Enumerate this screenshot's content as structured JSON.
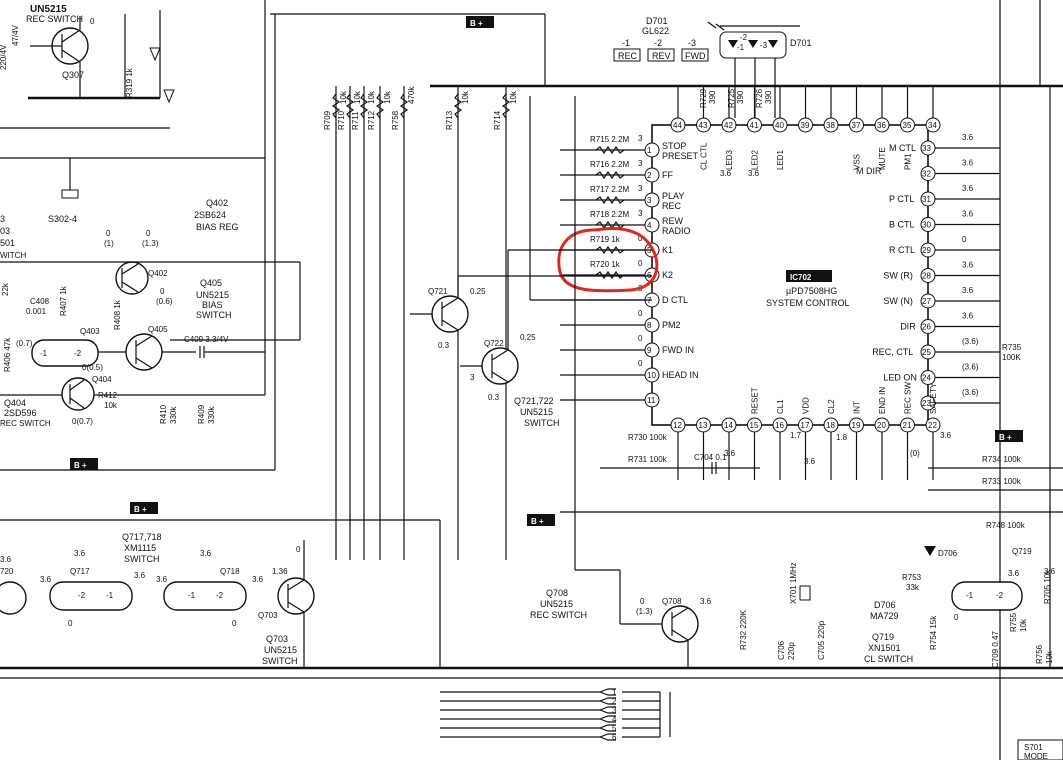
{
  "colors": {
    "ink": "#111111",
    "paper": "#ffffff",
    "highlight": "#e0271d"
  },
  "ic": {
    "ref": "IC702",
    "part": "µPD7508HG",
    "function": "SYSTEM CONTROL"
  },
  "left_pins": [
    {
      "n": "1",
      "label": "STOP",
      "label2": "PRESET",
      "res": "R715 2.2M",
      "volt": "3"
    },
    {
      "n": "2",
      "label": "FF",
      "label2": "",
      "res": "R716 2.2M",
      "volt": "3"
    },
    {
      "n": "3",
      "label": "PLAY",
      "label2": "REC",
      "res": "R717 2.2M",
      "volt": "3"
    },
    {
      "n": "4",
      "label": "REW",
      "label2": "RADIO",
      "res": "R718 2.2M",
      "volt": "3"
    },
    {
      "n": "5",
      "label": "K1",
      "label2": "",
      "res": "R719 1k",
      "volt": "0"
    },
    {
      "n": "6",
      "label": "K2",
      "label2": "",
      "res": "R720 1k",
      "volt": "0"
    },
    {
      "n": "7",
      "label": "D CTL",
      "label2": "",
      "res": "",
      "volt": "3"
    },
    {
      "n": "8",
      "label": "PM2",
      "label2": "",
      "res": "",
      "volt": "0"
    },
    {
      "n": "9",
      "label": "FWD IN",
      "label2": "",
      "res": "",
      "volt": "0"
    },
    {
      "n": "10",
      "label": "HEAD IN",
      "label2": "",
      "res": "",
      "volt": "0"
    },
    {
      "n": "11",
      "label": "",
      "label2": "",
      "res": "",
      "volt": ""
    }
  ],
  "right_pins": [
    {
      "n": "33",
      "label": "M CTL",
      "volt": "3.6"
    },
    {
      "n": "32",
      "label": "",
      "volt": "3.6"
    },
    {
      "n": "31",
      "label": "P CTL",
      "volt": "3.6"
    },
    {
      "n": "30",
      "label": "B CTL",
      "volt": "3.6"
    },
    {
      "n": "29",
      "label": "R CTL",
      "volt": "0"
    },
    {
      "n": "28",
      "label": "SW (R)",
      "volt": "3.6"
    },
    {
      "n": "27",
      "label": "SW (N)",
      "volt": "3.6"
    },
    {
      "n": "26",
      "label": "DIR",
      "volt": "3.6"
    },
    {
      "n": "25",
      "label": "REC, CTL",
      "volt": "(3.6)"
    },
    {
      "n": "24",
      "label": "LED ON",
      "volt": "(3.6)"
    },
    {
      "n": "23",
      "label": "",
      "volt": "(3.6)"
    }
  ],
  "top_pins": [
    {
      "n": "44",
      "label": ""
    },
    {
      "n": "43",
      "label": "CL CTL"
    },
    {
      "n": "42",
      "label": "LED3"
    },
    {
      "n": "41",
      "label": "LED2"
    },
    {
      "n": "40",
      "label": "LED1"
    },
    {
      "n": "39",
      "label": ""
    },
    {
      "n": "38",
      "label": ""
    },
    {
      "n": "37",
      "label": "VSS"
    },
    {
      "n": "36",
      "label": "MUTE"
    },
    {
      "n": "35",
      "label": "PM1"
    },
    {
      "n": "34",
      "label": ""
    }
  ],
  "bottom_pins": [
    {
      "n": "12",
      "label": ""
    },
    {
      "n": "13",
      "label": ""
    },
    {
      "n": "14",
      "label": ""
    },
    {
      "n": "15",
      "label": "RESET"
    },
    {
      "n": "16",
      "label": "CL1"
    },
    {
      "n": "17",
      "label": "VDD"
    },
    {
      "n": "18",
      "label": "CL2"
    },
    {
      "n": "19",
      "label": "INT"
    },
    {
      "n": "20",
      "label": "END IN"
    },
    {
      "n": "21",
      "label": "REC SW"
    },
    {
      "n": "22",
      "label": "SAFETY"
    }
  ],
  "top_resistors": [
    {
      "ref": "R709",
      "val": "10k"
    },
    {
      "ref": "R710",
      "val": "10k"
    },
    {
      "ref": "R711",
      "val": "10k"
    },
    {
      "ref": "R712",
      "val": "10k"
    },
    {
      "ref": "R758",
      "val": "470k"
    },
    {
      "ref": "R713",
      "val": "10k"
    },
    {
      "ref": "R714",
      "val": "10k"
    }
  ],
  "top_small_res": [
    {
      "ref": "R729",
      "val": "390"
    },
    {
      "ref": "R725",
      "val": "390"
    },
    {
      "ref": "R726",
      "val": "390"
    }
  ],
  "display": {
    "d701": "D701",
    "gl": "GL622",
    "rec_label": "REC",
    "rev_label": "REV",
    "fwd_label": "FWD",
    "rec_pin": "-1",
    "rev_pin": "-2",
    "fwd_pin": "-3",
    "d701_right": "D701",
    "pin1": "-1",
    "pin2": "-2",
    "pin3": "-3"
  },
  "bplus": "B +",
  "transistors": {
    "q307": {
      "name": "Q307",
      "top": "UN5215",
      "sub": "REC SWITCH"
    },
    "q402": {
      "name": "Q402",
      "part": "2SB624",
      "func": "BIAS REG"
    },
    "q405": {
      "name": "Q405",
      "part": "UN5215",
      "func1": "BIAS",
      "func2": "SWITCH"
    },
    "q403": {
      "name": "Q403"
    },
    "q404": {
      "name": "Q404",
      "part": "2SD596",
      "func": "REC SWITCH"
    },
    "q721": {
      "name": "Q721",
      "v": "0.25",
      "v2": "0.3"
    },
    "q722": {
      "name": "Q722",
      "v": "0.25",
      "v2": "0.3"
    },
    "q721_722": {
      "name": "Q721,722",
      "part": "UN5215",
      "func": "SWITCH"
    },
    "q717_718": {
      "name": "Q717,718",
      "part": "XM1115",
      "func": "SWITCH"
    },
    "q717": {
      "name": "Q717"
    },
    "q718": {
      "name": "Q718"
    },
    "q720": {
      "name": "720"
    },
    "q703": {
      "name": "Q703",
      "part": "UN5215",
      "func": "SWITCH"
    },
    "q708": {
      "name": "Q708",
      "part": "UN5215",
      "func": "REC SWITCH"
    },
    "q719": {
      "name": "Q719",
      "part": "XN1501",
      "func": "CL SWITCH"
    },
    "d706": {
      "name": "D706",
      "part": "MA729"
    }
  },
  "parts": {
    "r319": "R319 1k",
    "r407": "R407 1k",
    "r408": "R408 1k",
    "r406": "R406 47k",
    "r412": "R412",
    "r412v": "10k",
    "r410": "R410",
    "r410v": "330k",
    "r409": "R409",
    "r409v": "330k",
    "c408": "C408",
    "c408v": "0.001",
    "c409": "C409 3.3/4V",
    "r730": "R730 100k",
    "r731": "R731 100k",
    "c704": "C704 0.1",
    "r734": "R734 100k",
    "r733": "R733 100k",
    "r748": "R748 100k",
    "r735": "R735",
    "r735v": "100K",
    "r732": "R732 220K",
    "c706": "C706",
    "c706v": "220p",
    "c705": "C705 220p",
    "x701": "X701 1MHz",
    "r753": "R753",
    "r753v": "33k",
    "r754": "R754 15k",
    "c709": "C709 0.47",
    "r755": "R755",
    "r755v": "10k",
    "r756": "R756",
    "r756v": "10k",
    "r705": "R705 10k",
    "s302": "S302-4",
    "s701": "S701",
    "mode": "MODE",
    "m_dir": "M DIR",
    "pin_m_ctl": "M CTL"
  },
  "volts": {
    "v36": "3.6",
    "v0": "0",
    "v1": "(1)",
    "v13": "(1.3)",
    "v06": "(0.6)",
    "v07": "(0.7)",
    "v005": "0(0.5)",
    "v007": "0(0.7)",
    "v17": "1.7",
    "v18": "1.8",
    "vo": "(0)",
    "v136": "1.36",
    "v013": "0(1.3)",
    "v3": "3",
    "v03": "0.3"
  },
  "bus_numbers": [
    "1",
    "2",
    "3",
    "4",
    "5",
    "6"
  ],
  "left_edge": {
    "v220": "220/4V",
    "v47": "47/4V",
    "w501": "501",
    "witch": "WITCH",
    "w03": "03",
    "w3": "3",
    "w22": "22k"
  }
}
